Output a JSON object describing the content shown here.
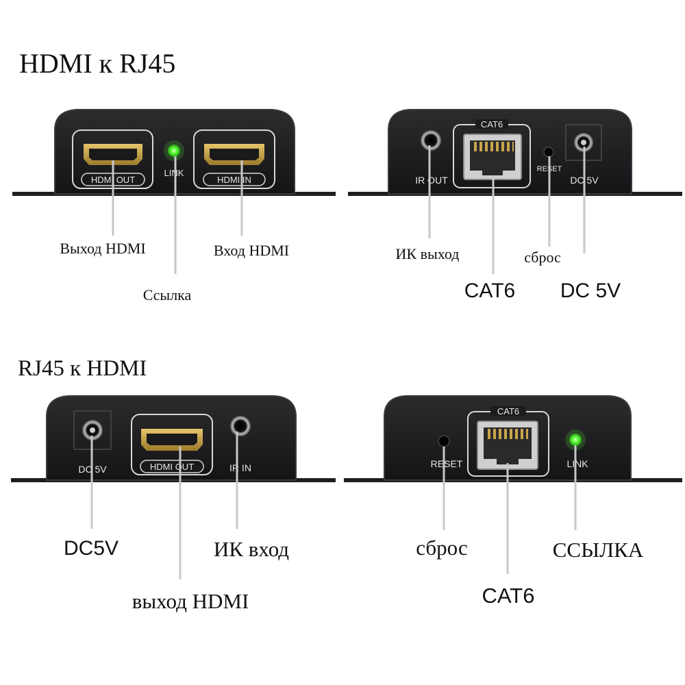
{
  "sections": {
    "top_title": "HDMI к RJ45",
    "bottom_title": "RJ45 к HDMI"
  },
  "panels": {
    "tx_front": {
      "port_hdmi_out": "HDMI OUT",
      "port_link": "LINK",
      "port_hdmi_in": "HDMI IN",
      "label_hdmi_out": "Выход HDMI",
      "label_link": "Ссылка",
      "label_hdmi_in": "Вход HDMI"
    },
    "tx_back": {
      "port_ir_out": "IR OUT",
      "port_cat6": "CAT6",
      "port_reset": "RESET",
      "port_dc": "DC 5V",
      "label_ir_out": "ИК выход",
      "label_cat6": "CAT6",
      "label_reset": "сброс",
      "label_dc": "DC 5V"
    },
    "rx_front": {
      "port_dc": "DC 5V",
      "port_hdmi_out": "HDMI OUT",
      "port_ir_in": "IR IN",
      "label_dc": "DC5V",
      "label_ir_in": "ИК вход",
      "label_hdmi_out": "выход HDMI"
    },
    "rx_back": {
      "port_cat6": "CAT6",
      "port_reset": "RESET",
      "port_link": "LINK",
      "label_reset": "сброс",
      "label_cat6": "CAT6",
      "label_link": "ССЫЛКА"
    }
  },
  "colors": {
    "housing": "#1c1c1e",
    "housing_edge": "#3a3a3d",
    "port_gold": "#caa44a",
    "led_green": "#5dff3a",
    "silkscreen": "#e8e8e8",
    "leader": "#c8c8c8"
  }
}
